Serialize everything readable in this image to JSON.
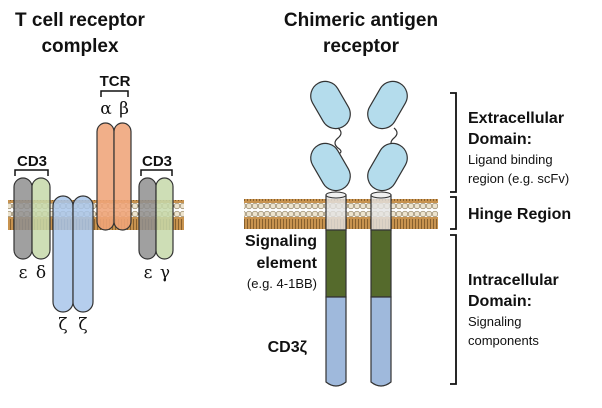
{
  "left": {
    "title_line1": "T cell receptor",
    "title_line2": "complex",
    "tcr_label": "TCR",
    "tcr_alpha": "α",
    "tcr_beta": "β",
    "cd3_left_label": "CD3",
    "cd3_right_label": "CD3",
    "cd3_left_epsilon": "ε",
    "cd3_left_delta": "δ",
    "cd3_right_epsilon": "ε",
    "cd3_right_gamma": "γ",
    "zeta1": "ζ",
    "zeta2": "ζ"
  },
  "right": {
    "title_line1": "Chimeric antigen",
    "title_line2": "receptor",
    "signaling_line1": "Signaling",
    "signaling_line2": "element",
    "signaling_example": "(e.g. 4-1BB)",
    "cd3zeta_label": "CD3ζ",
    "extracellular_line1": "Extracellular",
    "extracellular_line2": "Domain:",
    "extracellular_desc1": "Ligand binding",
    "extracellular_desc2": "region (e.g. scFv)",
    "hinge": "Hinge Region",
    "intracellular_line1": "Intracellular",
    "intracellular_line2": "Domain:",
    "intracellular_desc1": "Signaling",
    "intracellular_desc2": "components"
  },
  "colors": {
    "membrane_band": "#c8934f",
    "membrane_head": "#ede4cf",
    "cd3_grey": "#8f8f8f",
    "cd3_green": "#c6d8a9",
    "zeta_blue": "#a8c6ea",
    "tcr_orange": "#efa479",
    "scfv_blue": "#b4dcec",
    "hinge_grey": "#e4e4e4",
    "signal_green": "#556a2c",
    "cd3z_blue": "#9fb9dc"
  }
}
